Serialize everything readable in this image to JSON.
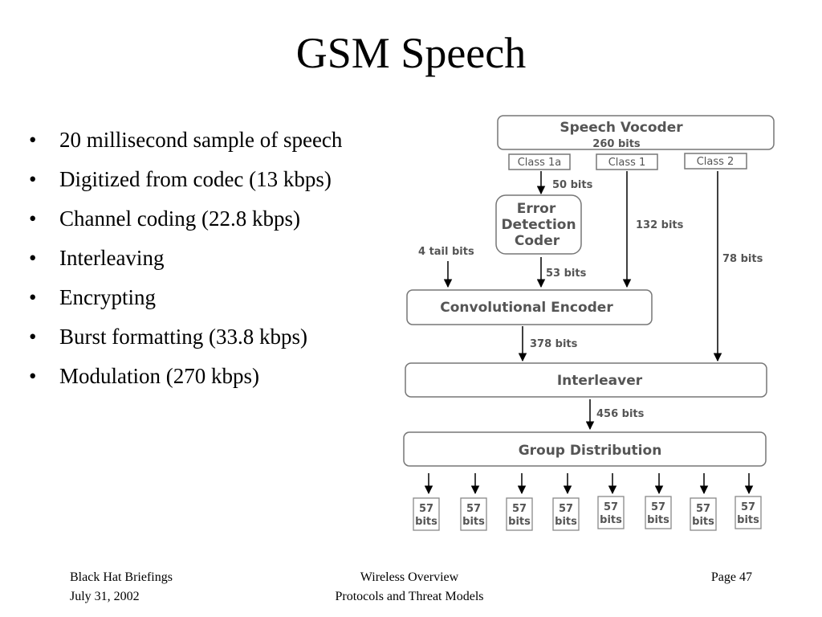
{
  "slide": {
    "title": "GSM Speech",
    "bullets": [
      "20 millisecond sample of speech",
      "Digitized from codec (13 kbps)",
      "Channel coding (22.8 kbps)",
      "Interleaving",
      "Encrypting",
      "Burst formatting (33.8 kbps)",
      "Modulation (270 kbps)"
    ]
  },
  "diagram": {
    "vocoder_title": "Speech Vocoder",
    "vocoder_bits": "260 bits",
    "class_1a": "Class 1a",
    "class_1": "Class 1",
    "class_2": "Class 2",
    "bits_50": "50 bits",
    "error_line1": "Error",
    "error_line2": "Detection",
    "error_line3": "Coder",
    "bits_132": "132 bits",
    "tail_bits": "4 tail bits",
    "bits_53": "53 bits",
    "bits_78": "78 bits",
    "conv_encoder": "Convolutional Encoder",
    "bits_378": "378 bits",
    "interleaver": "Interleaver",
    "bits_456": "456 bits",
    "group_distribution": "Group Distribution",
    "burst_value": "57",
    "burst_unit": "bits"
  },
  "footer": {
    "left_line1": "Black Hat Briefings",
    "left_line2": "July 31, 2002",
    "center_line1": "Wireless Overview",
    "center_line2": "Protocols and Threat Models",
    "right": "Page 47"
  }
}
